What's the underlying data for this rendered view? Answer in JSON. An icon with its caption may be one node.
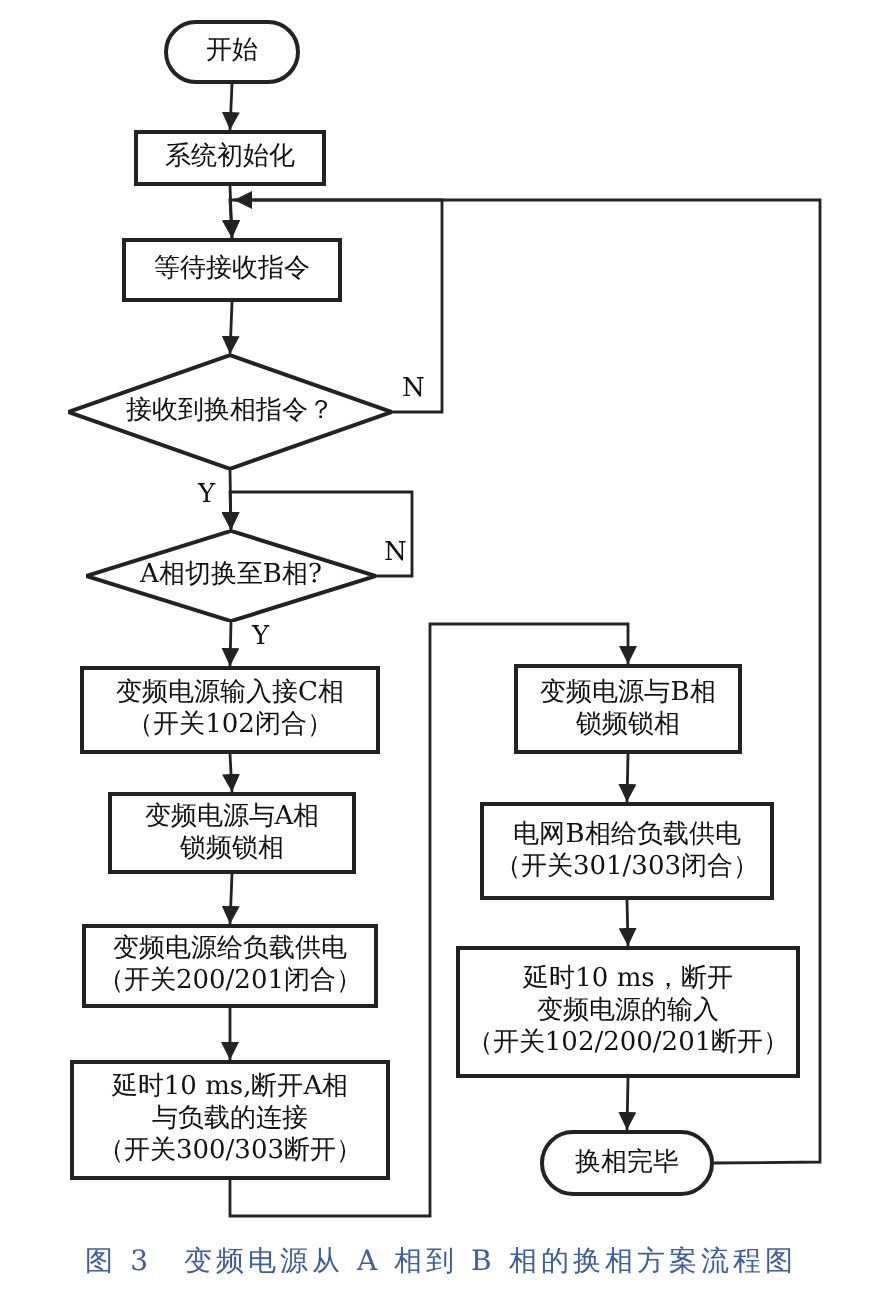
{
  "diagram": {
    "caption": "图 3　变频电源从 A 相到 B 相的换相方案流程图",
    "nodes": [
      {
        "text": [
          "开始"
        ]
      },
      {
        "text": [
          "系统初始化"
        ]
      },
      {
        "text": [
          "等待接收指令"
        ]
      },
      {
        "text": [
          "接收到换相指令？"
        ]
      },
      {
        "text": [
          "A相切换至B相?"
        ]
      },
      {
        "text": [
          "变频电源输入接C相",
          "（开关102闭合）"
        ]
      },
      {
        "text": [
          "变频电源与A相锁频锁相"
        ]
      },
      {
        "text": [
          "变频电源给负载供电",
          "（开关200/201闭合）"
        ]
      },
      {
        "text": [
          "延时10 ms,断开A相与负载的连接",
          "（开关300/303断开）"
        ]
      },
      {
        "text": [
          "变频电源与B相锁频锁相"
        ]
      },
      {
        "text": [
          "电网B相给负载供电",
          "（开关301/303闭合）"
        ]
      },
      {
        "text": [
          "延时10 ms，断开变频电源的输入",
          "（开关102/200/201断开）"
        ]
      },
      {
        "text": [
          "换相完毕"
        ]
      }
    ],
    "edges": [
      {
        "from": 0,
        "to": 1,
        "arrow": "to"
      },
      {
        "from": 1,
        "to": 2,
        "arrow": "to"
      },
      {
        "from": 2,
        "to": 3,
        "arrow": "to"
      },
      {
        "from": 3,
        "to": 2,
        "arrow": "to",
        "label": "N"
      },
      {
        "from": 3,
        "to": 4,
        "arrow": "to",
        "label": "Y"
      },
      {
        "from": 4,
        "to": 4,
        "arrow": "to",
        "label": "N"
      },
      {
        "from": 4,
        "to": 5,
        "arrow": "to",
        "label": "Y"
      },
      {
        "from": 5,
        "to": 6,
        "arrow": "to"
      },
      {
        "from": 6,
        "to": 7,
        "arrow": "to"
      },
      {
        "from": 7,
        "to": 8,
        "arrow": "to"
      },
      {
        "from": 8,
        "to": 9,
        "arrow": "to"
      },
      {
        "from": 9,
        "to": 10,
        "arrow": "to"
      },
      {
        "from": 10,
        "to": 11,
        "arrow": "to"
      },
      {
        "from": 11,
        "to": 12,
        "arrow": "to"
      },
      {
        "from": 12,
        "to": 2,
        "arrow": "to"
      }
    ]
  }
}
